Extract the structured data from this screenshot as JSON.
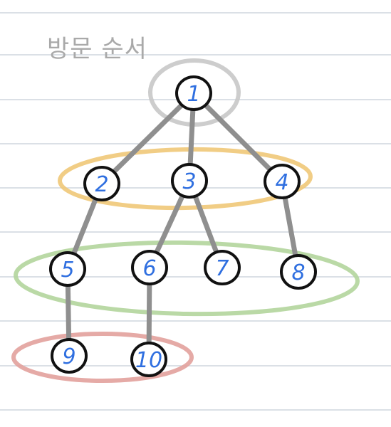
{
  "title": "방문 순서",
  "colors": {
    "paper_line": "#c5cdd6",
    "edge": "#8f8f8f",
    "node_stroke": "#111111",
    "number": "#2f6fe0",
    "level_0": "#c8c8c8",
    "level_1": "#f0c878",
    "level_2": "#b3d59c",
    "level_3": "#e2a19c"
  },
  "tree": {
    "nodes": [
      {
        "id": "1",
        "label": "1",
        "level": 0
      },
      {
        "id": "2",
        "label": "2",
        "level": 1
      },
      {
        "id": "3",
        "label": "3",
        "level": 1
      },
      {
        "id": "4",
        "label": "4",
        "level": 1
      },
      {
        "id": "5",
        "label": "5",
        "level": 2
      },
      {
        "id": "6",
        "label": "6",
        "level": 2
      },
      {
        "id": "7",
        "label": "7",
        "level": 2
      },
      {
        "id": "8",
        "label": "8",
        "level": 2
      },
      {
        "id": "9",
        "label": "9",
        "level": 3
      },
      {
        "id": "10",
        "label": "10",
        "level": 3
      }
    ],
    "edges": [
      {
        "from": "1",
        "to": "2"
      },
      {
        "from": "1",
        "to": "3"
      },
      {
        "from": "1",
        "to": "4"
      },
      {
        "from": "2",
        "to": "5"
      },
      {
        "from": "3",
        "to": "6"
      },
      {
        "from": "3",
        "to": "7"
      },
      {
        "from": "4",
        "to": "8"
      },
      {
        "from": "5",
        "to": "9"
      },
      {
        "from": "6",
        "to": "10"
      }
    ]
  }
}
